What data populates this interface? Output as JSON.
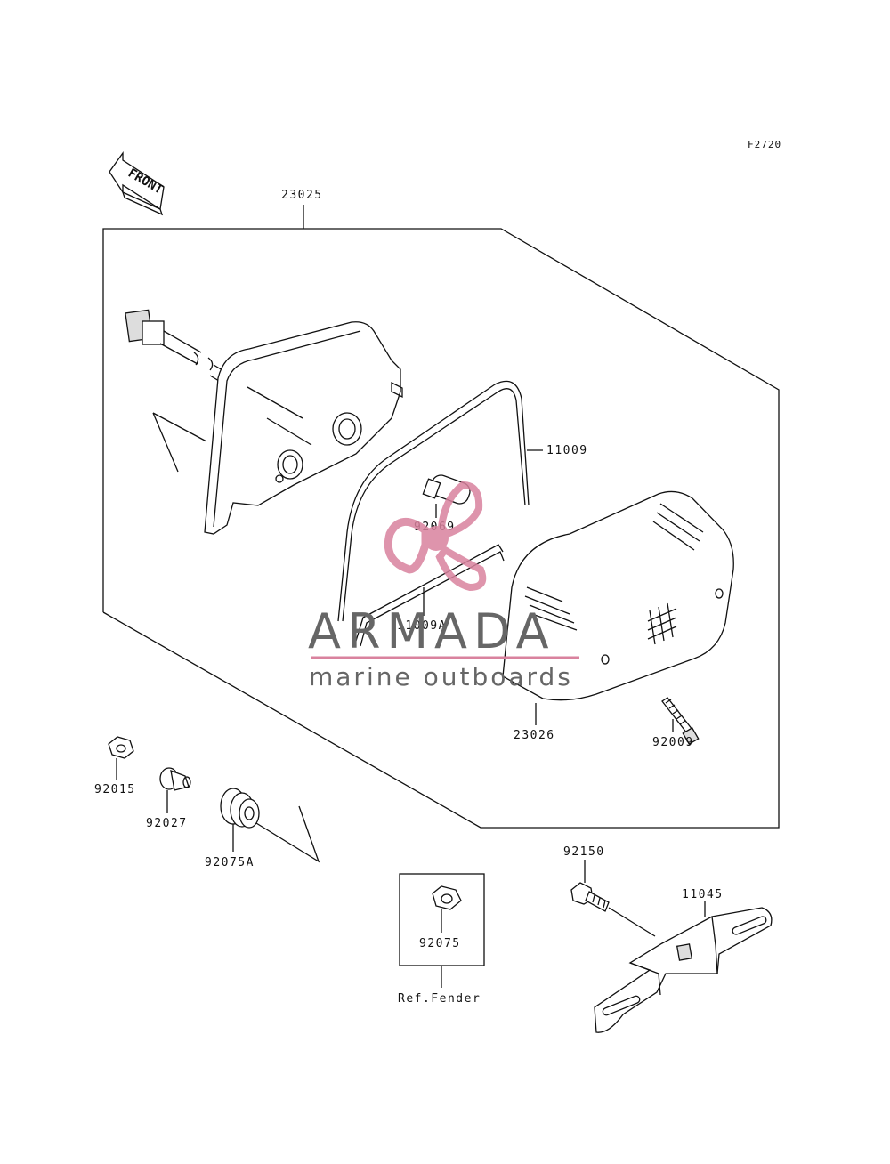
{
  "figure_code": "F2720",
  "front_label": "FRONT",
  "parts": {
    "p23025": "23025",
    "p11009": "11009",
    "p92069": "92069",
    "p11009A": "11009A",
    "p23026": "23026",
    "p92009": "92009",
    "p92015": "92015",
    "p92027": "92027",
    "p92075A": "92075A",
    "p92075": "92075",
    "p92150": "92150",
    "p11045": "11045"
  },
  "ref_label": "Ref.Fender",
  "watermark": {
    "brand": "ARMADA",
    "tagline": "marine outboards",
    "accent_color": "#d9829e",
    "text_color": "#666666"
  }
}
